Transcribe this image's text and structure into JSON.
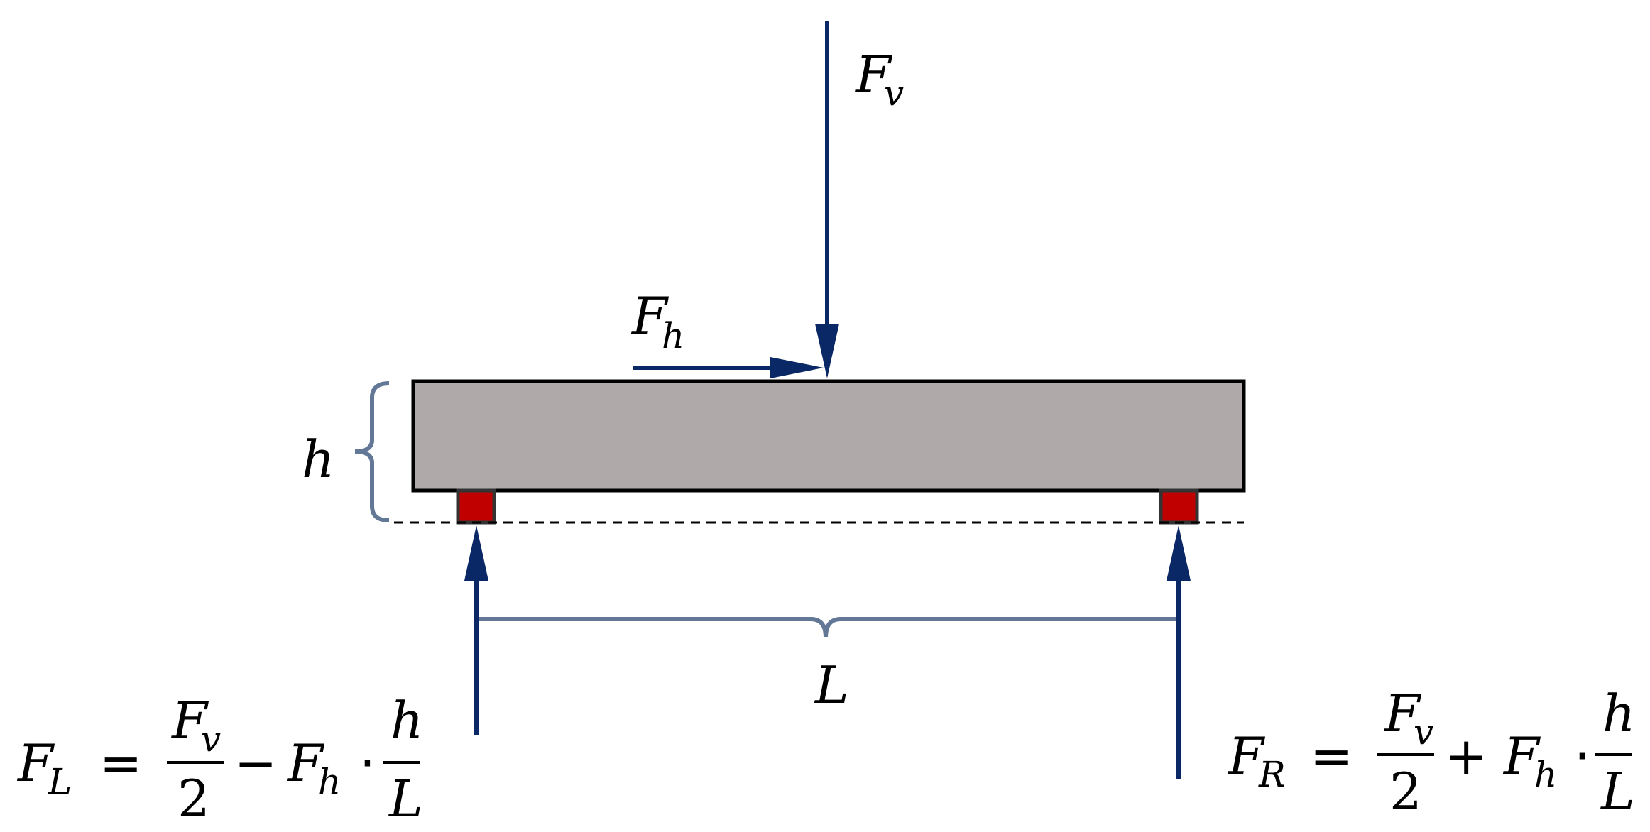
{
  "diagram": {
    "colors": {
      "force_arrow": "#0a2866",
      "bracket": "#637896",
      "beam_fill": "#afaaa9",
      "beam_stroke": "#000000",
      "support_fill": "#c00000",
      "support_stroke": "#333333",
      "ground_line": "#000000"
    },
    "labels": {
      "fv_main": "F",
      "fv_sub": "v",
      "fh_main": "F",
      "fh_sub": "h",
      "height": "h",
      "length": "L"
    },
    "equation_left": {
      "lhs_main": "F",
      "lhs_sub": "L",
      "equals": "=",
      "frac1_num_main": "F",
      "frac1_num_sub": "v",
      "frac1_den": "2",
      "operator": "−",
      "term_main": "F",
      "term_sub": "h",
      "dot": "·",
      "frac2_num": "h",
      "frac2_den": "L"
    },
    "equation_right": {
      "lhs_main": "F",
      "lhs_sub": "R",
      "equals": "=",
      "frac1_num_main": "F",
      "frac1_num_sub": "v",
      "frac1_den": "2",
      "operator": "+",
      "term_main": "F",
      "term_sub": "h",
      "dot": "·",
      "frac2_num": "h",
      "frac2_den": "L"
    }
  }
}
